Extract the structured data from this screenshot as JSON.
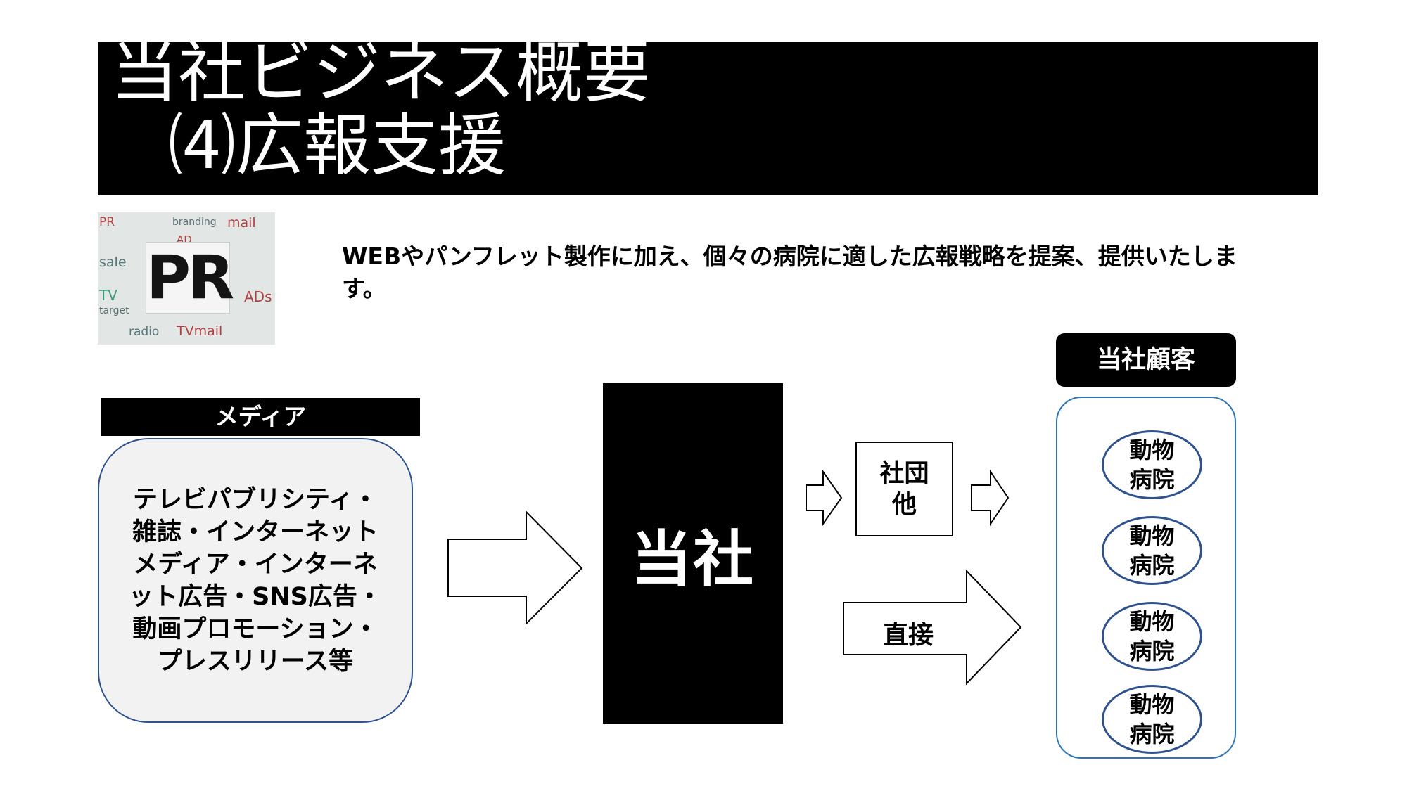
{
  "title": {
    "line1": "当社ビジネス概要",
    "line2": "⑷広報支援"
  },
  "pr_image": {
    "letters": "PR",
    "words": [
      "PR",
      "branding",
      "mail",
      "AD",
      "sale",
      "TV",
      "ADs",
      "target",
      "radio",
      "TVmail"
    ]
  },
  "intro": "WEBやパンフレット製作に加え、個々の病院に適した広報戦略を提案、提供いたします。",
  "media": {
    "header": "メディア",
    "body": "テレビパブリシティ・雑誌・インターネットメディア・インターネット広告・SNS広告・動画プロモーション・プレスリリース等"
  },
  "company": {
    "label": "当社"
  },
  "association": {
    "label": "社団他"
  },
  "direct": {
    "label": "直接"
  },
  "clients": {
    "header": "当社顧客",
    "items": [
      {
        "label": "動物病院"
      },
      {
        "label": "動物病院"
      },
      {
        "label": "動物病院"
      },
      {
        "label": "動物病院"
      }
    ]
  },
  "colors": {
    "media_border": "#2f528f",
    "client_border": "#2f75b5",
    "hospital_border": "#2f528f",
    "accent_black": "#000000"
  }
}
